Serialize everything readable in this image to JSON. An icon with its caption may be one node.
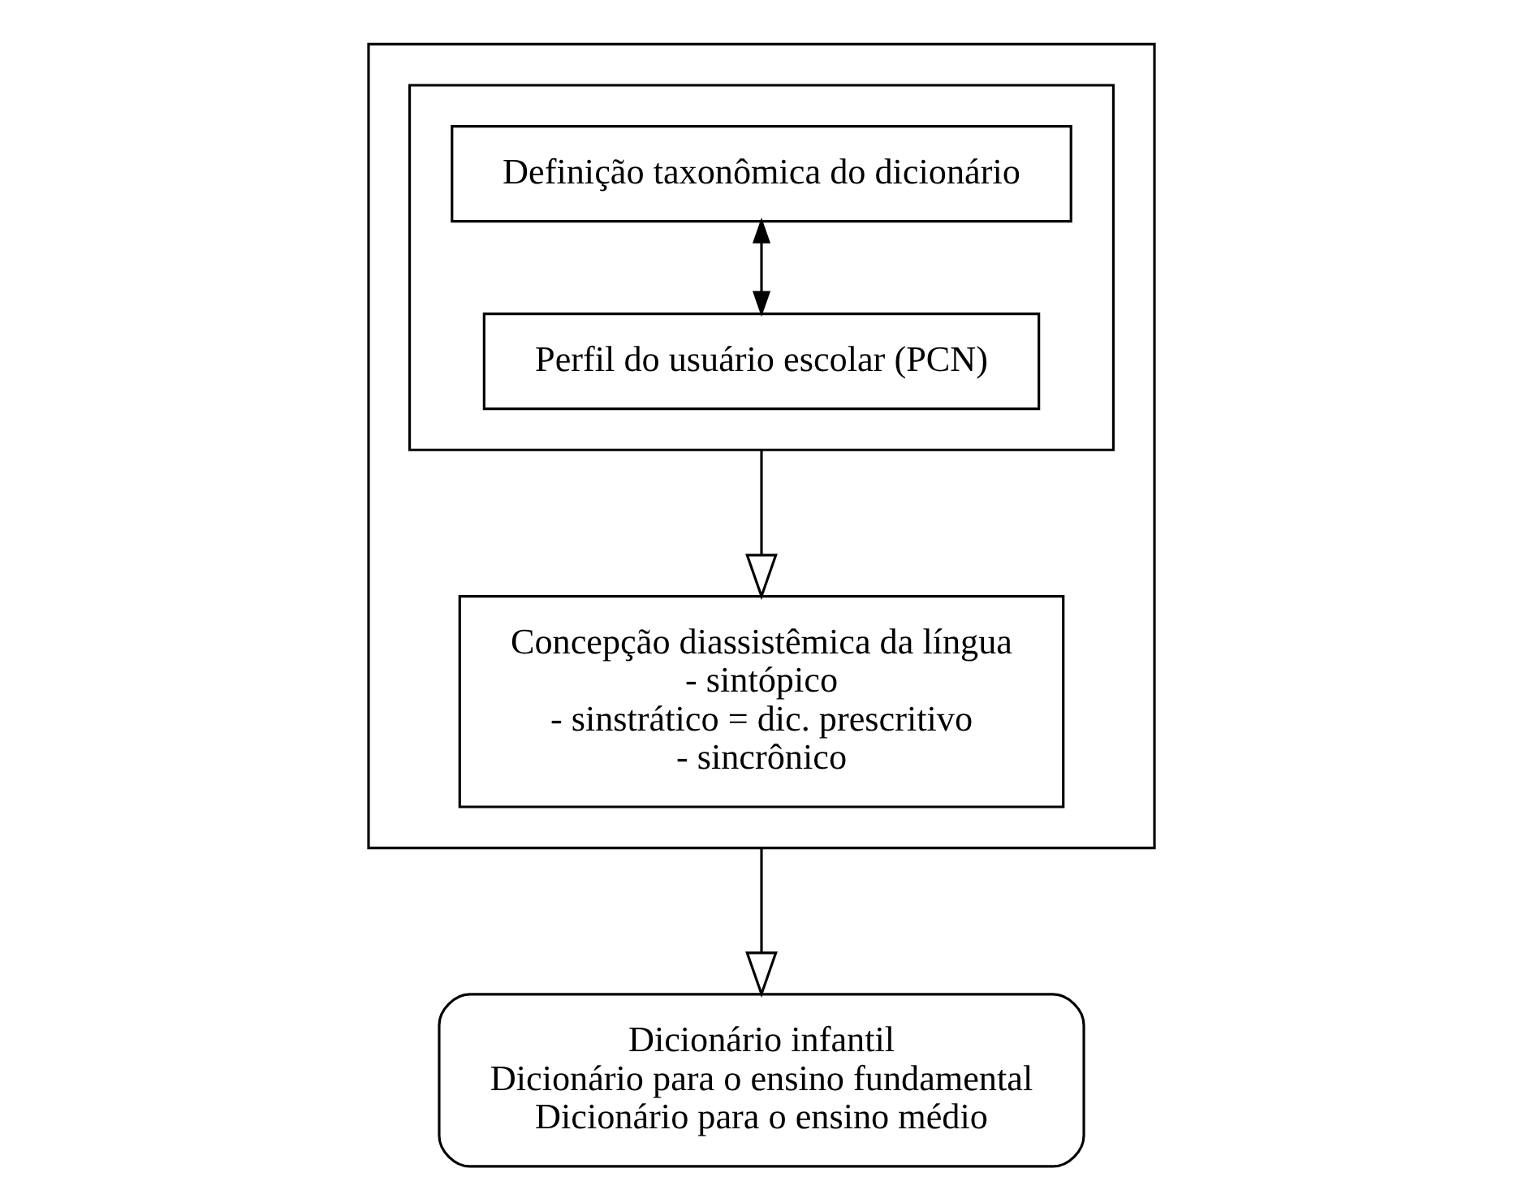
{
  "diagram": {
    "nodes": [
      {
        "text": [],
        "shape": "box"
      },
      {
        "text": [],
        "shape": "box",
        "in": 0
      },
      {
        "text": [
          "Definição taxonômica do dicionário"
        ],
        "in": 1
      },
      {
        "text": [
          "Perfil do usuário escolar (PCN)"
        ],
        "in": 1
      },
      {
        "text": [
          "Concepção diassistêmica da língua",
          "- sintópico",
          "- sinstrático = dic. prescritivo",
          "- sincrônico"
        ],
        "in": 0
      },
      {
        "text": [
          "Dicionário infantil",
          "Dicionário para o ensino fundamental",
          "Dicionário para o ensino médio"
        ]
      }
    ],
    "edges": [
      {
        "from": 2,
        "to": 3,
        "arrow": "both"
      },
      {
        "from": 1,
        "to": 4,
        "arrow": "to"
      },
      {
        "from": 0,
        "to": 5,
        "arrow": "to"
      }
    ]
  }
}
